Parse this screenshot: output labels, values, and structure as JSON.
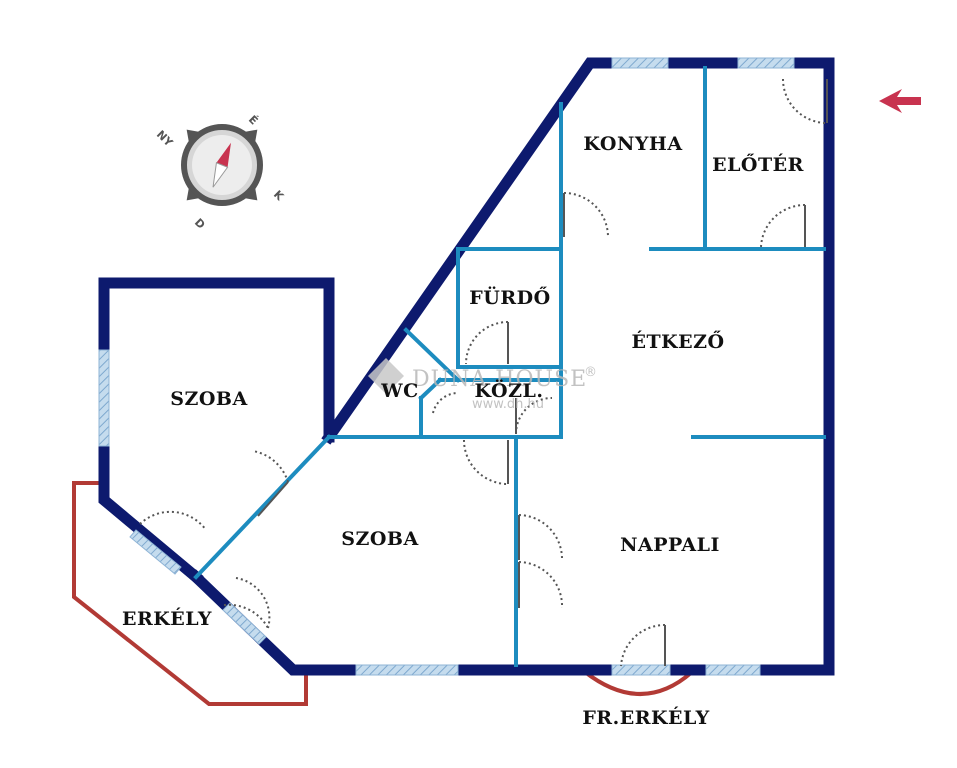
{
  "rooms": {
    "konyha": "KONYHA",
    "eloter": "ELŐTÉR",
    "furdo": "FÜRDŐ",
    "etkezo": "ÉTKEZŐ",
    "wc": "WC",
    "kozl": "KÖZL.",
    "szoba_left": "SZOBA",
    "szoba_center": "SZOBA",
    "nappali": "NAPPALI",
    "erkely": "ERKÉLY",
    "fr_erkely": "FR.ERKÉLY"
  },
  "compass": {
    "north": "É",
    "east": "K",
    "south": "D",
    "west": "NY"
  },
  "watermark": {
    "brand": "DUNA HOUSE",
    "registered": "®",
    "url": "www.dh.hu"
  },
  "colors": {
    "outer_wall": "#0d1a6e",
    "inner_wall": "#1d8cbf",
    "balcony": "#b23a35",
    "window": "#a8c8e4",
    "door_swing": "#555555",
    "entrance_arrow": "#c8334f"
  },
  "icons": {
    "compass": "compass-icon",
    "entrance": "entrance-arrow-icon",
    "watermark_logo": "diamond-logo-icon"
  }
}
